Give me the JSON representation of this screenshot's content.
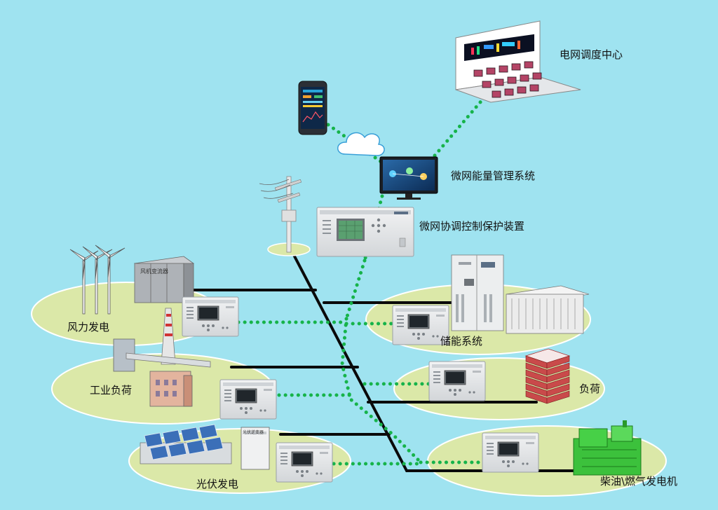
{
  "labels": {
    "grid_dispatch_center": "电网调度中心",
    "microgrid_ems": "微网能量管理系统",
    "microgrid_protection": "微网协调控制保护装置",
    "wind_power": "风力发电",
    "industrial_load": "工业负荷",
    "pv_power": "光伏发电",
    "energy_storage": "储能系统",
    "load": "负荷",
    "diesel_gas_generator": "柴油\\燃气发电机"
  },
  "device_text": {
    "wind_cabinet": "风机变流器",
    "pv_cabinet": "光伏逆变器"
  },
  "colors": {
    "background": "#9fe3f0",
    "ellipse_fill": "#dbe8a8",
    "ellipse_stroke": "#ffffff",
    "power_line": "#0a0a0a",
    "comm_line": "#16b34a",
    "device_panel": "#e6e8ea",
    "genset": "#3cc13c"
  },
  "icons": [
    "cloud-icon",
    "smartphone-icon",
    "monitor-icon",
    "control-room-icon",
    "utility-pole-icon",
    "wind-turbine-icon",
    "factory-icon",
    "solar-panel-icon",
    "battery-cabinet-icon",
    "container-icon",
    "load-stack-icon",
    "genset-icon",
    "protection-device-icon"
  ]
}
